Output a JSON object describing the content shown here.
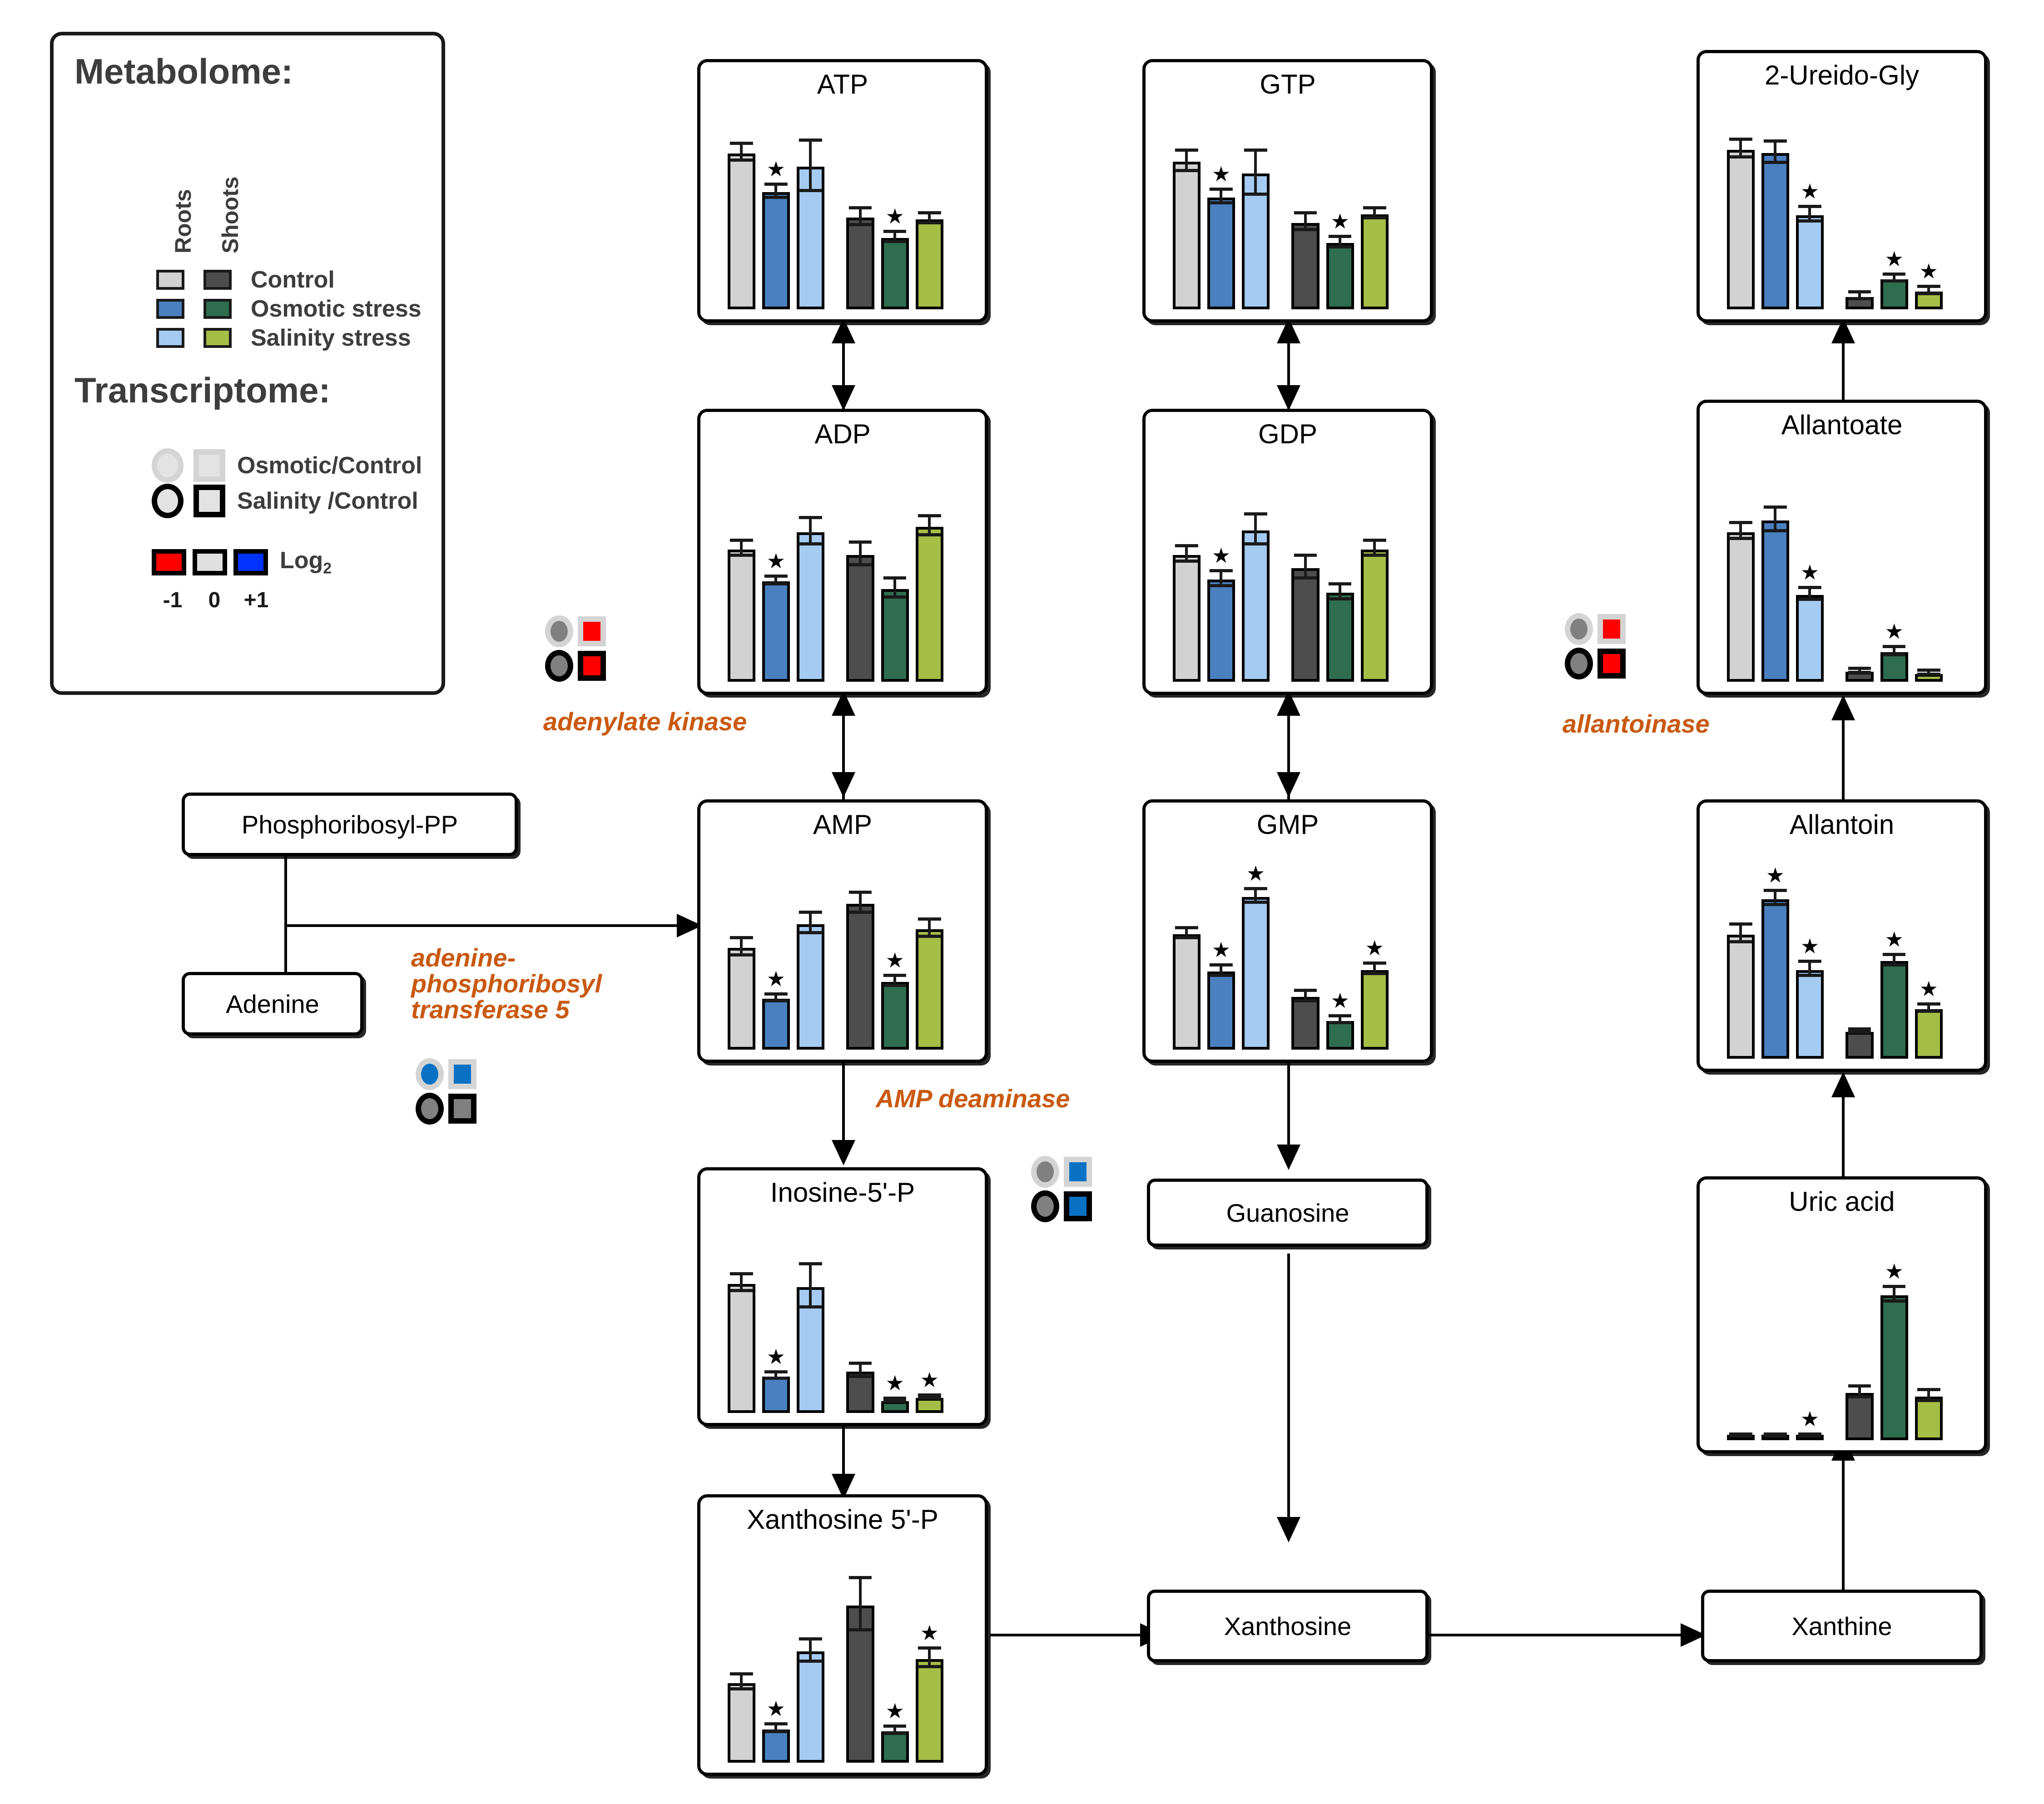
{
  "legend": {
    "metabolome_title": "Metabolome:",
    "transcriptome_title": "Transcriptome:",
    "axis_roots": "Roots",
    "axis_shoots": "Shoots",
    "rows": [
      {
        "label": "Control",
        "roots_color": "#d2d2d2",
        "shoots_color": "#4d4d4d"
      },
      {
        "label": "Osmotic stress",
        "roots_color": "#4a80c0",
        "shoots_color": "#2e6d50"
      },
      {
        "label": "Salinity stress",
        "roots_color": "#a5cbf2",
        "shoots_color": "#a6bd46"
      }
    ],
    "transcriptome_rows": [
      {
        "label": "Osmotic/Control",
        "outline": "#d4d4d4"
      },
      {
        "label": "Salinity /Control",
        "outline": "#000000"
      }
    ],
    "log_label": "Log",
    "log_sub": "2",
    "scale_ticks": [
      "-1",
      "0",
      "+1"
    ],
    "scale_colors": [
      "#ff0000",
      "#e0e0e0",
      "#0033ff"
    ]
  },
  "colors": {
    "roots_control": "#d2d2d2",
    "roots_osmotic": "#4a80c0",
    "roots_salinity": "#a5cbf2",
    "shoots_control": "#4d4d4d",
    "shoots_osmotic": "#2e6d50",
    "shoots_salinity": "#a6bd46",
    "enzyme_text": "#c9590f",
    "up_red": "#ff0000",
    "down_blue": "#0a72c4",
    "neutral_gray": "#808080"
  },
  "series_order": [
    "roots_control",
    "roots_osmotic",
    "roots_salinity",
    "shoots_control",
    "shoots_osmotic",
    "shoots_salinity"
  ],
  "chart_data": [
    {
      "id": "atp",
      "type": "bar",
      "title": "ATP",
      "categories": [
        "Roots Control",
        "Roots Osmotic",
        "Roots Salinity",
        "Shoots Control",
        "Shoots Osmotic",
        "Shoots Salinity"
      ],
      "values": [
        92,
        69,
        84,
        54,
        42,
        53
      ],
      "errors": [
        5,
        4,
        15,
        5,
        3,
        3
      ],
      "stars": [
        false,
        true,
        false,
        false,
        true,
        false
      ],
      "ylim": [
        0,
        100
      ],
      "xlabel": "",
      "ylabel": "",
      "grid": false,
      "legend": "external"
    },
    {
      "id": "gtp",
      "type": "bar",
      "title": "GTP",
      "categories": [
        "Roots Control",
        "Roots Osmotic",
        "Roots Salinity",
        "Shoots Control",
        "Shoots Osmotic",
        "Shoots Salinity"
      ],
      "values": [
        87,
        66,
        80,
        51,
        39,
        56
      ],
      "errors": [
        6,
        4,
        13,
        5,
        3,
        3
      ],
      "stars": [
        false,
        true,
        false,
        false,
        true,
        false
      ],
      "ylim": [
        0,
        100
      ],
      "xlabel": "",
      "ylabel": "",
      "grid": false,
      "legend": "external"
    },
    {
      "id": "ureidogly",
      "type": "bar",
      "title": "2-Ureido-Gly",
      "categories": [
        "Roots Control",
        "Roots Osmotic",
        "Roots Salinity",
        "Shoots Control",
        "Shoots Osmotic",
        "Shoots Salinity"
      ],
      "values": [
        90,
        88,
        53,
        7,
        17,
        10
      ],
      "errors": [
        5,
        6,
        4,
        2,
        2,
        2
      ],
      "stars": [
        false,
        false,
        true,
        false,
        true,
        true
      ],
      "ylim": [
        0,
        100
      ],
      "xlabel": "",
      "ylabel": "",
      "grid": false,
      "legend": "external"
    },
    {
      "id": "adp",
      "type": "bar",
      "title": "ADP",
      "categories": [
        "Roots Control",
        "Roots Osmotic",
        "Roots Salinity",
        "Shoots Control",
        "Shoots Osmotic",
        "Shoots Salinity"
      ],
      "values": [
        70,
        53,
        79,
        67,
        49,
        82
      ],
      "errors": [
        4,
        2,
        7,
        6,
        5,
        5
      ],
      "stars": [
        false,
        true,
        false,
        false,
        false,
        false
      ],
      "ylim": [
        0,
        100
      ],
      "xlabel": "",
      "ylabel": "",
      "grid": false,
      "legend": "external"
    },
    {
      "id": "gdp",
      "type": "bar",
      "title": "GDP",
      "categories": [
        "Roots Control",
        "Roots Osmotic",
        "Roots Salinity",
        "Shoots Control",
        "Shoots Osmotic",
        "Shoots Salinity"
      ],
      "values": [
        67,
        54,
        80,
        60,
        47,
        70
      ],
      "errors": [
        4,
        4,
        8,
        6,
        4,
        4
      ],
      "stars": [
        false,
        true,
        false,
        false,
        false,
        false
      ],
      "ylim": [
        0,
        100
      ],
      "xlabel": "",
      "ylabel": "",
      "grid": false,
      "legend": "external"
    },
    {
      "id": "allantoate",
      "type": "bar",
      "title": "Allantoate",
      "categories": [
        "Roots Control",
        "Roots Osmotic",
        "Roots Salinity",
        "Shoots Control",
        "Shoots Osmotic",
        "Shoots Salinity"
      ],
      "values": [
        76,
        82,
        44,
        5,
        15,
        4
      ],
      "errors": [
        4,
        6,
        3,
        1,
        2,
        1
      ],
      "stars": [
        false,
        false,
        true,
        false,
        true,
        false
      ],
      "ylim": [
        0,
        100
      ],
      "xlabel": "",
      "ylabel": "",
      "grid": false,
      "legend": "external"
    },
    {
      "id": "amp",
      "type": "bar",
      "title": "AMP",
      "categories": [
        "Roots Control",
        "Roots Osmotic",
        "Roots Salinity",
        "Shoots Control",
        "Shoots Osmotic",
        "Shoots Salinity"
      ],
      "values": [
        60,
        30,
        74,
        86,
        40,
        71
      ],
      "errors": [
        5,
        2,
        6,
        6,
        3,
        5
      ],
      "stars": [
        false,
        true,
        false,
        false,
        true,
        false
      ],
      "ylim": [
        0,
        100
      ],
      "xlabel": "",
      "ylabel": "",
      "grid": false,
      "legend": "external"
    },
    {
      "id": "gmp",
      "type": "bar",
      "title": "GMP",
      "categories": [
        "Roots Control",
        "Roots Osmotic",
        "Roots Salinity",
        "Shoots Control",
        "Shoots Osmotic",
        "Shoots Salinity"
      ],
      "values": [
        68,
        46,
        90,
        31,
        17,
        47
      ],
      "errors": [
        3,
        3,
        4,
        3,
        2,
        3
      ],
      "stars": [
        false,
        true,
        true,
        false,
        true,
        true
      ],
      "ylim": [
        0,
        100
      ],
      "xlabel": "",
      "ylabel": "",
      "grid": false,
      "legend": "external"
    },
    {
      "id": "allantoin",
      "type": "bar",
      "title": "Allantoin",
      "categories": [
        "Roots Control",
        "Roots Osmotic",
        "Roots Salinity",
        "Shoots Control",
        "Shoots Osmotic",
        "Shoots Salinity"
      ],
      "values": [
        70,
        90,
        50,
        15,
        55,
        28
      ],
      "errors": [
        5,
        4,
        4,
        1,
        3,
        2
      ],
      "stars": [
        false,
        true,
        true,
        false,
        true,
        true
      ],
      "ylim": [
        0,
        100
      ],
      "xlabel": "",
      "ylabel": "",
      "grid": false,
      "legend": "external"
    },
    {
      "id": "inosine5p",
      "type": "bar",
      "title": "Inosine-5'-P",
      "categories": [
        "Roots Control",
        "Roots Osmotic",
        "Roots Salinity",
        "Shoots Control",
        "Shoots Osmotic",
        "Shoots Salinity"
      ],
      "values": [
        78,
        22,
        76,
        25,
        7,
        9
      ],
      "errors": [
        5,
        2,
        13,
        4,
        1,
        1
      ],
      "stars": [
        false,
        true,
        false,
        false,
        true,
        true
      ],
      "ylim": [
        0,
        100
      ],
      "xlabel": "",
      "ylabel": "",
      "grid": false,
      "legend": "external"
    },
    {
      "id": "uricacid",
      "type": "bar",
      "title": "Uric acid",
      "categories": [
        "Roots Control",
        "Roots Osmotic",
        "Roots Salinity",
        "Shoots Control",
        "Shoots Osmotic",
        "Shoots Salinity"
      ],
      "values": [
        2,
        2,
        2,
        26,
        80,
        24
      ],
      "errors": [
        0.5,
        0.5,
        0.5,
        3,
        4,
        3
      ],
      "stars": [
        false,
        false,
        true,
        false,
        true,
        false
      ],
      "ylim": [
        0,
        100
      ],
      "xlabel": "",
      "ylabel": "",
      "grid": false,
      "legend": "external"
    },
    {
      "id": "xanthosine5p",
      "type": "bar",
      "title": "Xanthosine 5'-P",
      "categories": [
        "Roots Control",
        "Roots Osmotic",
        "Roots Salinity",
        "Shoots Control",
        "Shoots Osmotic",
        "Shoots Salinity"
      ],
      "values": [
        43,
        18,
        60,
        85,
        17,
        56
      ],
      "errors": [
        4,
        2,
        6,
        14,
        2,
        5
      ],
      "stars": [
        false,
        true,
        false,
        false,
        true,
        true
      ],
      "ylim": [
        0,
        100
      ],
      "xlabel": "",
      "ylabel": "",
      "grid": false,
      "legend": "external"
    }
  ],
  "label_boxes": [
    {
      "id": "phosphoribosyl_pp",
      "text": "Phosphoribosyl-PP"
    },
    {
      "id": "adenine",
      "text": "Adenine"
    },
    {
      "id": "guanosine",
      "text": "Guanosine"
    },
    {
      "id": "xanthosine",
      "text": "Xanthosine"
    },
    {
      "id": "xanthine",
      "text": "Xanthine"
    }
  ],
  "enzymes": [
    {
      "id": "adenylate_kinase",
      "name": "adenylate kinase",
      "icons": {
        "osmotic_roots": "#808080",
        "osmotic_shoots": "#ff0000",
        "salinity_roots": "#808080",
        "salinity_shoots": "#ff0000"
      }
    },
    {
      "id": "adenine_phosphoribosyl_transferase_5",
      "name": "adenine-\nphosphoribosyl\ntransferase 5",
      "icons": {
        "osmotic_roots": "#0a72c4",
        "osmotic_shoots": "#0a72c4",
        "salinity_roots": "#808080",
        "salinity_shoots": "#808080"
      }
    },
    {
      "id": "amp_deaminase",
      "name": "AMP deaminase",
      "icons": {
        "osmotic_roots": "#808080",
        "osmotic_shoots": "#0a72c4",
        "salinity_roots": "#808080",
        "salinity_shoots": "#0a72c4"
      }
    },
    {
      "id": "allantoinase",
      "name": "allantoinase",
      "icons": {
        "osmotic_roots": "#808080",
        "osmotic_shoots": "#ff0000",
        "salinity_roots": "#808080",
        "salinity_shoots": "#ff0000"
      }
    }
  ]
}
